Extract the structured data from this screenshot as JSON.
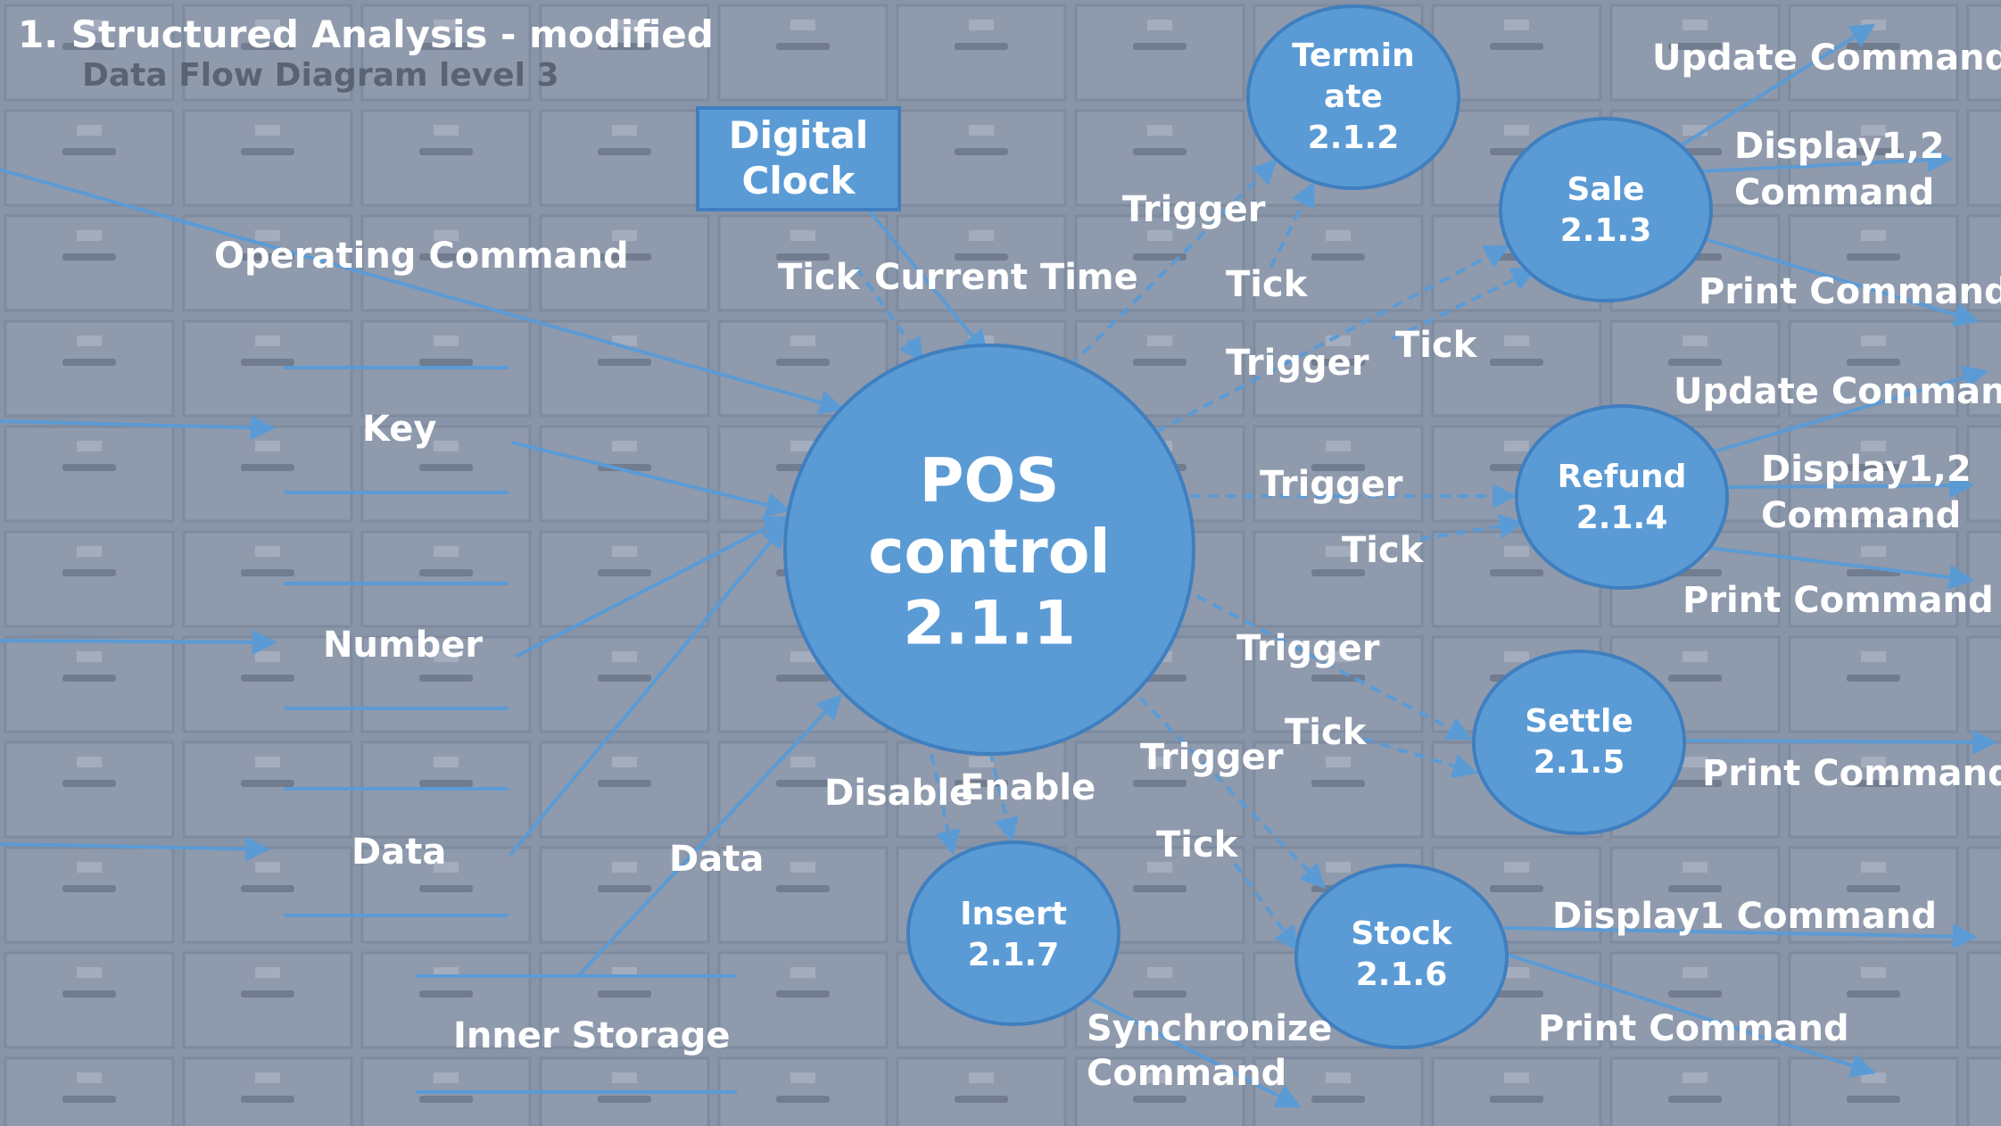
{
  "header": {
    "title": "1. Structured Analysis - modified",
    "subtitle": "Data Flow Diagram level 3"
  },
  "colors": {
    "bubble": "#5b9bd5",
    "bubble_stroke": "#3f7fc0",
    "line": "#5b9bd5",
    "text": "#ffffff",
    "background": "#8e9aab"
  },
  "processes": {
    "pos": {
      "line1": "POS",
      "line2": "control",
      "line3": "2.1.1"
    },
    "terminate": {
      "line1": "Termin",
      "line2": "ate",
      "line3": "2.1.2"
    },
    "sale": {
      "line1": "Sale",
      "line2": "2.1.3"
    },
    "refund": {
      "line1": "Refund",
      "line2": "2.1.4"
    },
    "settle": {
      "line1": "Settle",
      "line2": "2.1.5"
    },
    "stock": {
      "line1": "Stock",
      "line2": "2.1.6"
    },
    "insert": {
      "line1": "Insert",
      "line2": "2.1.7"
    }
  },
  "terminator": {
    "line1": "Digital",
    "line2": "Clock"
  },
  "stores": {
    "key": "Key",
    "number": "Number",
    "data": "Data",
    "inner_storage": "Inner Storage"
  },
  "flows": {
    "operating_command": "Operating Command",
    "tick_clock": "Tick",
    "current_time": "Current Time",
    "trigger_terminate": "Trigger",
    "tick_terminate": "Tick",
    "trigger_sale": "Trigger",
    "tick_sale": "Tick",
    "trigger_refund": "Trigger",
    "tick_refund": "Tick",
    "trigger_settle": "Trigger",
    "tick_settle": "Tick",
    "trigger_stock": "Trigger",
    "tick_stock": "Tick",
    "disable": "Disable",
    "enable": "Enable",
    "data_inner": "Data",
    "sale_update": "Update Command",
    "sale_display_1": "Display1,2",
    "sale_display_2": "Command",
    "sale_print": "Print Command",
    "refund_update": "Update Command",
    "refund_display_1": "Display1,2",
    "refund_display_2": "Command",
    "refund_print": "Print Command",
    "settle_print": "Print Command",
    "stock_display": "Display1 Command",
    "stock_print": "Print Command",
    "sync_1": "Synchronize",
    "sync_2": "Command"
  }
}
